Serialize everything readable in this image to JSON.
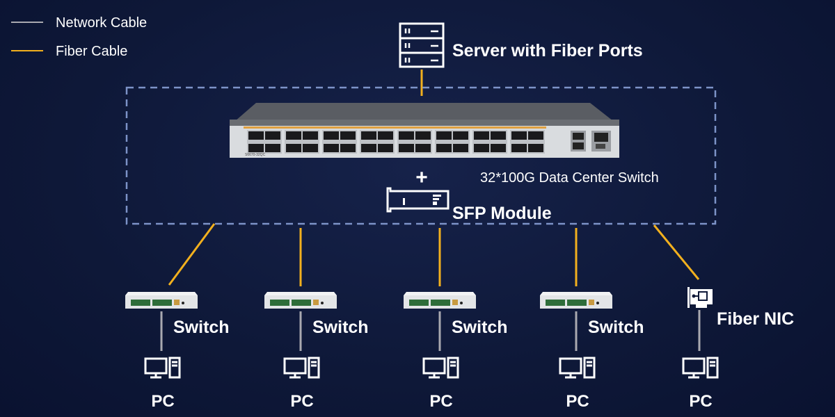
{
  "legend": [
    {
      "label": "Network Cable",
      "color": "#a9a9b0"
    },
    {
      "label": "Fiber Cable",
      "color": "#f2b01e"
    }
  ],
  "server": {
    "label": "Server with Fiber Ports",
    "icon": "server-icon"
  },
  "core_switch": {
    "label": "32*100G Data Center Switch",
    "model": "S6670-32QC",
    "port_count": 32
  },
  "plus": "+",
  "sfp": {
    "label": "SFP Module",
    "icon": "sfp-module-icon"
  },
  "access_nodes": [
    {
      "label": "Switch",
      "pc_label": "PC"
    },
    {
      "label": "Switch",
      "pc_label": "PC"
    },
    {
      "label": "Switch",
      "pc_label": "PC"
    },
    {
      "label": "Switch",
      "pc_label": "PC"
    },
    {
      "label": "Fiber NIC",
      "pc_label": "PC"
    }
  ],
  "colors": {
    "background": "#0e1838",
    "dashed_box": "#7d93c8",
    "fiber": "#f2b01e",
    "network": "#a9a9b0"
  }
}
